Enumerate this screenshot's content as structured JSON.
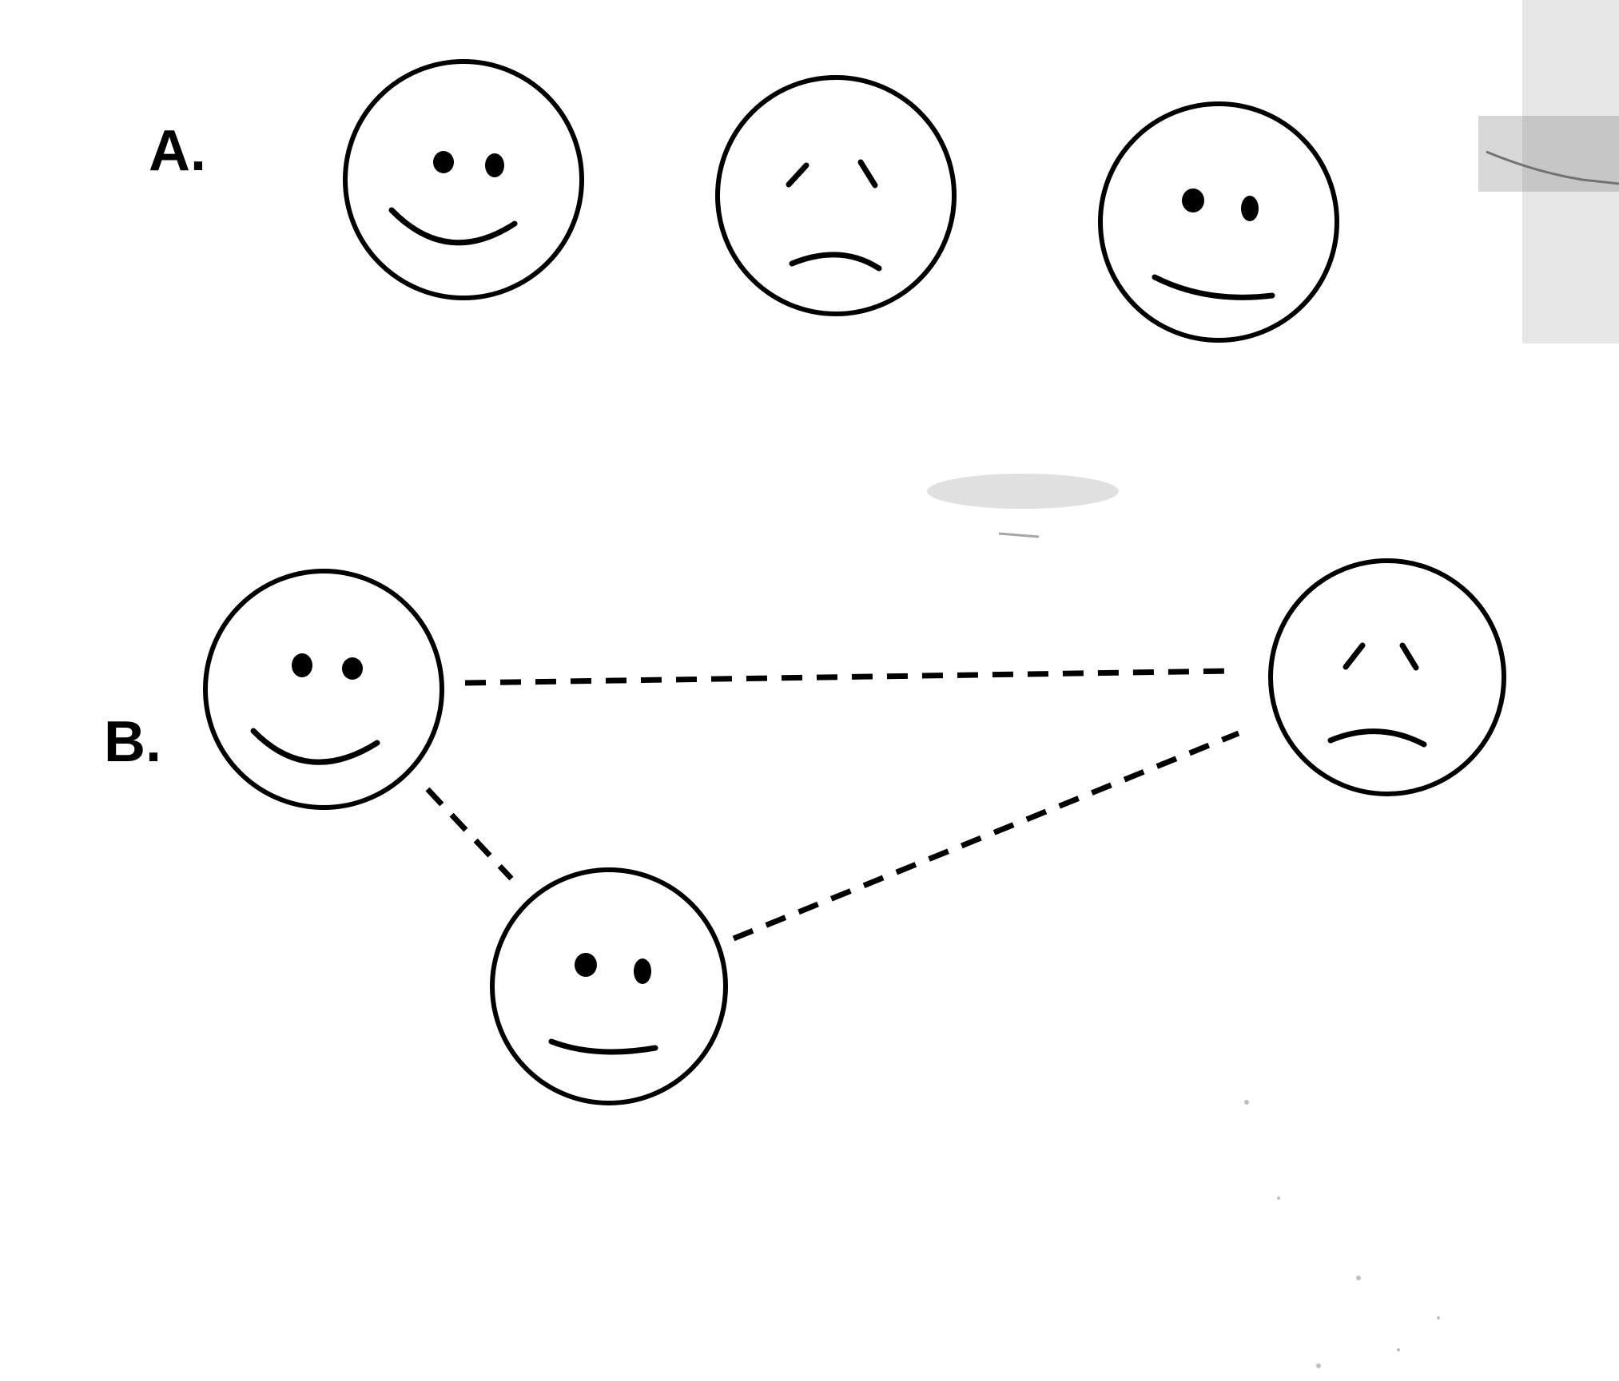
{
  "panel_a": {
    "label": "A.",
    "faces": [
      {
        "expression": "happy"
      },
      {
        "expression": "sad"
      },
      {
        "expression": "neutral"
      }
    ]
  },
  "panel_b": {
    "label": "B.",
    "faces": [
      {
        "expression": "happy"
      },
      {
        "expression": "sad"
      },
      {
        "expression": "neutral"
      }
    ],
    "links": [
      {
        "from": "happy",
        "to": "sad"
      },
      {
        "from": "happy",
        "to": "neutral"
      },
      {
        "from": "neutral",
        "to": "sad"
      }
    ]
  },
  "colors": {
    "ink": "#000000",
    "paper": "#ffffff"
  }
}
